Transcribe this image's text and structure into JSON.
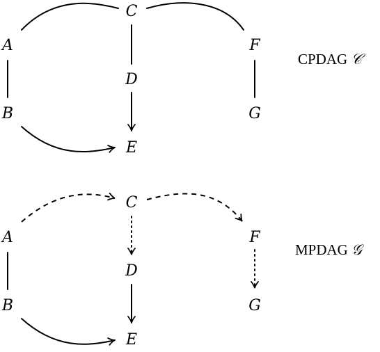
{
  "graphs": [
    {
      "title_text": "CPDAG ",
      "title_symbol": "𝒞",
      "nodes": [
        "A",
        "B",
        "C",
        "D",
        "E",
        "F",
        "G"
      ],
      "edges": [
        {
          "from": "A",
          "to": "C",
          "kind": "undirected",
          "style": "solid"
        },
        {
          "from": "C",
          "to": "F",
          "kind": "undirected",
          "style": "solid"
        },
        {
          "from": "A",
          "to": "B",
          "kind": "undirected",
          "style": "solid"
        },
        {
          "from": "C",
          "to": "D",
          "kind": "undirected",
          "style": "solid"
        },
        {
          "from": "D",
          "to": "E",
          "kind": "directed",
          "style": "solid"
        },
        {
          "from": "F",
          "to": "G",
          "kind": "undirected",
          "style": "solid"
        },
        {
          "from": "B",
          "to": "E",
          "kind": "directed",
          "style": "solid"
        }
      ]
    },
    {
      "title_text": "MPDAG ",
      "title_symbol": "𝒢",
      "nodes": [
        "A",
        "B",
        "C",
        "D",
        "E",
        "F",
        "G"
      ],
      "edges": [
        {
          "from": "A",
          "to": "C",
          "kind": "directed",
          "style": "dashed"
        },
        {
          "from": "C",
          "to": "F",
          "kind": "directed",
          "style": "dashed"
        },
        {
          "from": "A",
          "to": "B",
          "kind": "undirected",
          "style": "solid"
        },
        {
          "from": "C",
          "to": "D",
          "kind": "directed",
          "style": "dotted"
        },
        {
          "from": "D",
          "to": "E",
          "kind": "directed",
          "style": "solid"
        },
        {
          "from": "F",
          "to": "G",
          "kind": "directed",
          "style": "dotted"
        },
        {
          "from": "B",
          "to": "E",
          "kind": "directed",
          "style": "solid"
        }
      ]
    }
  ]
}
